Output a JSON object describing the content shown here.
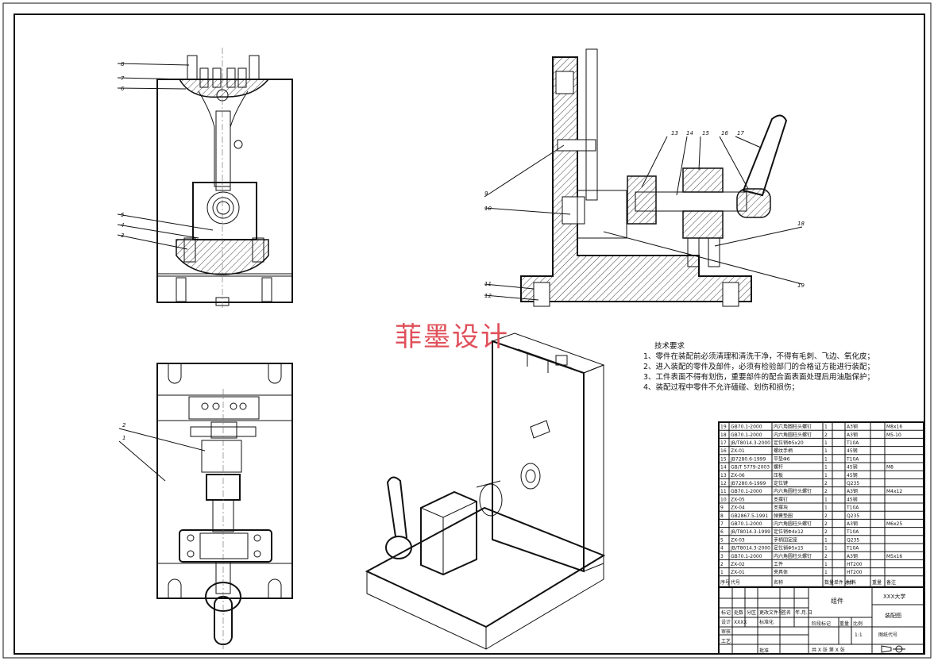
{
  "watermark": "菲墨设计",
  "requirements": {
    "title": "技术要求",
    "lines": [
      "1、零件在装配前必须清理和清洗干净，不得有毛刺、飞边、氧化皮；",
      "2、进入装配的零件及部件，必须有检验部门的合格证方能进行装配；",
      "3、工件表面不得有划伤，重要部件的配合面表面处理后用油脂保护；",
      "4、装配过程中零件不允许磕碰、划伤和损伤；"
    ]
  },
  "callouts": {
    "front": [
      "8",
      "7",
      "6",
      "5",
      "4",
      "3"
    ],
    "top": [
      "2",
      "1"
    ],
    "side_left": [
      "9",
      "10",
      "11",
      "12"
    ],
    "side_top": [
      "13",
      "14",
      "15",
      "16",
      "17"
    ],
    "side_right": [
      "18",
      "19"
    ]
  },
  "bom": {
    "rows": [
      [
        "19",
        "GB70.1-2000",
        "内六角圆柱头螺钉",
        "1",
        "",
        "A3钢",
        "",
        "M8x16"
      ],
      [
        "18",
        "GB70.1-2000",
        "内六角圆柱头螺钉",
        "2",
        "",
        "A3钢",
        "",
        "M5-10"
      ],
      [
        "17",
        "JB/T8014.3-2000",
        "定位销Φ5x20",
        "1",
        "",
        "T10A",
        "",
        ""
      ],
      [
        "16",
        "ZX-01",
        "螺纹手柄",
        "1",
        "",
        "45钢",
        "",
        ""
      ],
      [
        "15",
        "JB7280.6-1999",
        "平垫Φ6",
        "1",
        "",
        "T10A",
        "",
        ""
      ],
      [
        "14",
        "GB/T 5779-2003",
        "螺杆",
        "1",
        "",
        "45钢",
        "",
        "M8"
      ],
      [
        "13",
        "ZX-06",
        "压板",
        "1",
        "",
        "45钢",
        "",
        ""
      ],
      [
        "12",
        "JB7280.6-1999",
        "定位键",
        "2",
        "",
        "Q235",
        "",
        ""
      ],
      [
        "11",
        "GB70.1-2000",
        "内六角圆柱头螺钉",
        "2",
        "",
        "A3钢",
        "",
        "M4x12"
      ],
      [
        "10",
        "ZX-05",
        "支撑钉",
        "1",
        "",
        "45钢",
        "",
        ""
      ],
      [
        "9",
        "ZX-04",
        "支撑块",
        "1",
        "",
        "T10A",
        "",
        ""
      ],
      [
        "8",
        "GB2867.5-1991",
        "弹簧垫圈",
        "2",
        "",
        "Q235",
        "",
        ""
      ],
      [
        "7",
        "GB70.1-2000",
        "内六角圆柱头螺钉",
        "2",
        "",
        "A3钢",
        "",
        "M6x25"
      ],
      [
        "6",
        "JB/T8014.3-1999",
        "定位销Φ4x12",
        "2",
        "",
        "T10A",
        "",
        ""
      ],
      [
        "5",
        "ZX-03",
        "手柄固定座",
        "1",
        "",
        "Q235",
        "",
        ""
      ],
      [
        "4",
        "JB/T8014.3-2000",
        "定位销Φ5x15",
        "1",
        "",
        "T10A",
        "",
        ""
      ],
      [
        "3",
        "GB70.1-2000",
        "内六角圆柱头螺钉",
        "2",
        "",
        "A3钢",
        "",
        "M5x16"
      ],
      [
        "2",
        "ZX-02",
        "工件",
        "1",
        "",
        "HT200",
        "",
        ""
      ],
      [
        "1",
        "ZX-01",
        "夹具体",
        "1",
        "",
        "HT200",
        "",
        ""
      ]
    ],
    "headers": [
      "序号",
      "代号",
      "名称",
      "数量",
      "单件 总计",
      "材料",
      "重量",
      "备注"
    ]
  },
  "title_block": {
    "assembly": "组件",
    "school": "XXX大学",
    "drawing": "装配图",
    "designer_label": "设计",
    "designer": "XXXX",
    "review_label": "审核",
    "process_label": "工艺",
    "approve_label": "批准",
    "stage_label": "阶段标记",
    "weight_label": "重量",
    "scale_label": "比例",
    "scale": "1:1",
    "sheet_info": "共 X 张   第 X 张",
    "drawing_no": "图纸代号",
    "std_label": "标准化",
    "sign_label": "签名",
    "date_label": "年.月.日",
    "change_label": "标记",
    "count_label": "处数",
    "zone_label": "分区",
    "file_label": "更改文件号"
  }
}
